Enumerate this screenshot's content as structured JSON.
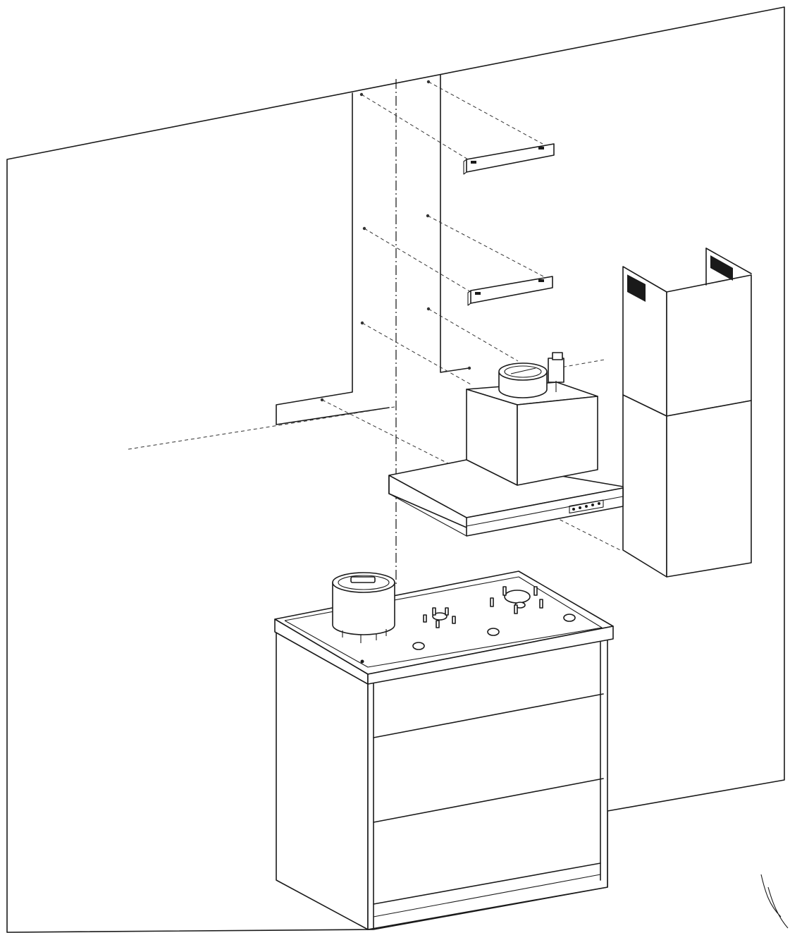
{
  "diagram": {
    "components": [
      "wall",
      "chimney-bracket-upper",
      "chimney-bracket-lower",
      "motor-housing",
      "hood-canopy",
      "control-panel",
      "telescopic-chimney-cover",
      "pot",
      "cooktop",
      "kitchen-cabinet"
    ],
    "stroke_color": "#1a1a1a",
    "background_color": "#ffffff"
  }
}
